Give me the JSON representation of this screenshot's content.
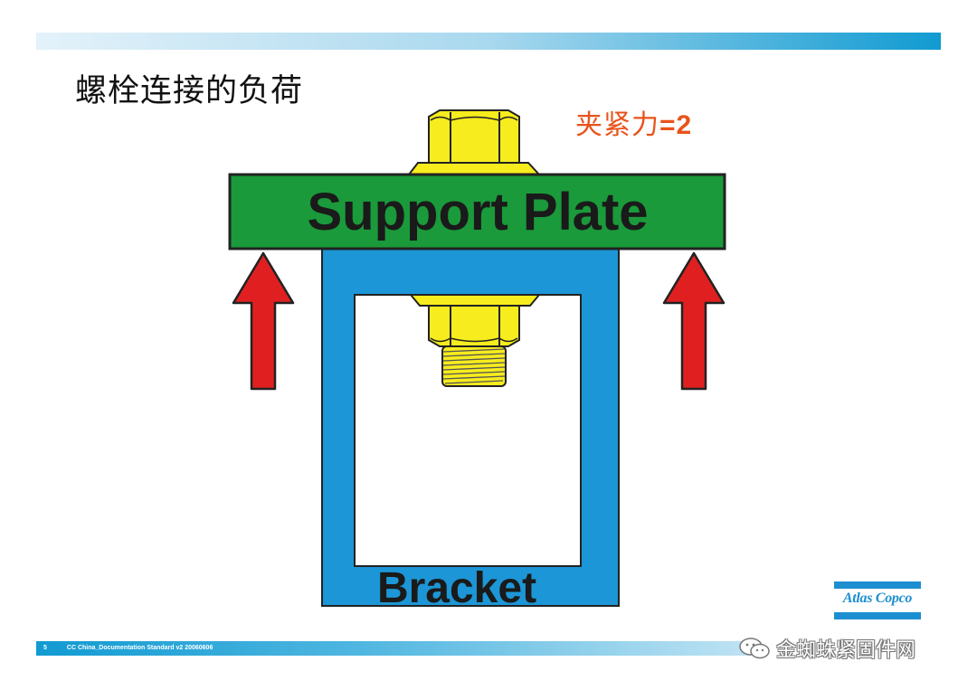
{
  "slide": {
    "title": "螺栓连接的负荷",
    "clamp_force_label": "夹紧力",
    "clamp_force_value": "=2"
  },
  "diagram": {
    "support_plate_label": "Support Plate",
    "bracket_label": "Bracket",
    "colors": {
      "support_plate": "#1a9a3a",
      "bracket": "#1c96d6",
      "bolt": "#f7ec1d",
      "arrow": "#e02020",
      "outline": "#222222"
    }
  },
  "footer": {
    "page_number": "5",
    "doc_label": "CC China_Documentation Standard v2 20060606"
  },
  "logo": {
    "text": "Atlas Copco"
  },
  "watermark": {
    "text": "金蜘蛛紧固件网",
    "icon": "wechat-icon"
  }
}
